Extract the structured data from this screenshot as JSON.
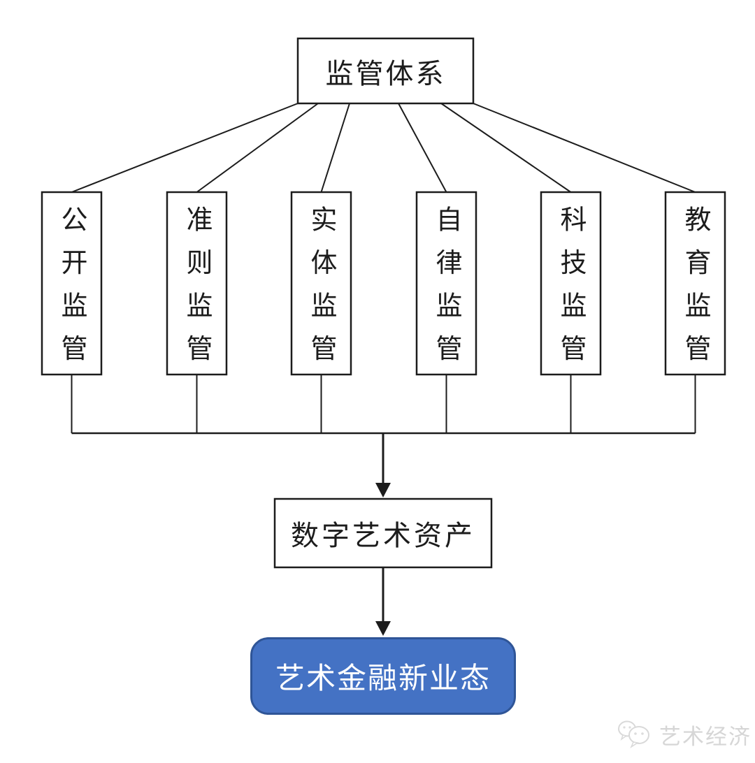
{
  "diagram": {
    "root": {
      "label": "监管体系"
    },
    "branches": [
      {
        "label": "公开监管"
      },
      {
        "label": "准则监管"
      },
      {
        "label": "实体监管"
      },
      {
        "label": "自律监管"
      },
      {
        "label": "科技监管"
      },
      {
        "label": "教育监管"
      }
    ],
    "middle": {
      "label": "数字艺术资产"
    },
    "result": {
      "label": "艺术金融新业态"
    },
    "colors": {
      "line": "#1c1c1c",
      "node_fill": "#ffffff",
      "result_fill": "#4472C4",
      "result_border": "#2F5597",
      "result_text": "#ffffff",
      "watermark_text": "#d6d6d6"
    }
  },
  "watermark": {
    "label": "艺术经济"
  }
}
